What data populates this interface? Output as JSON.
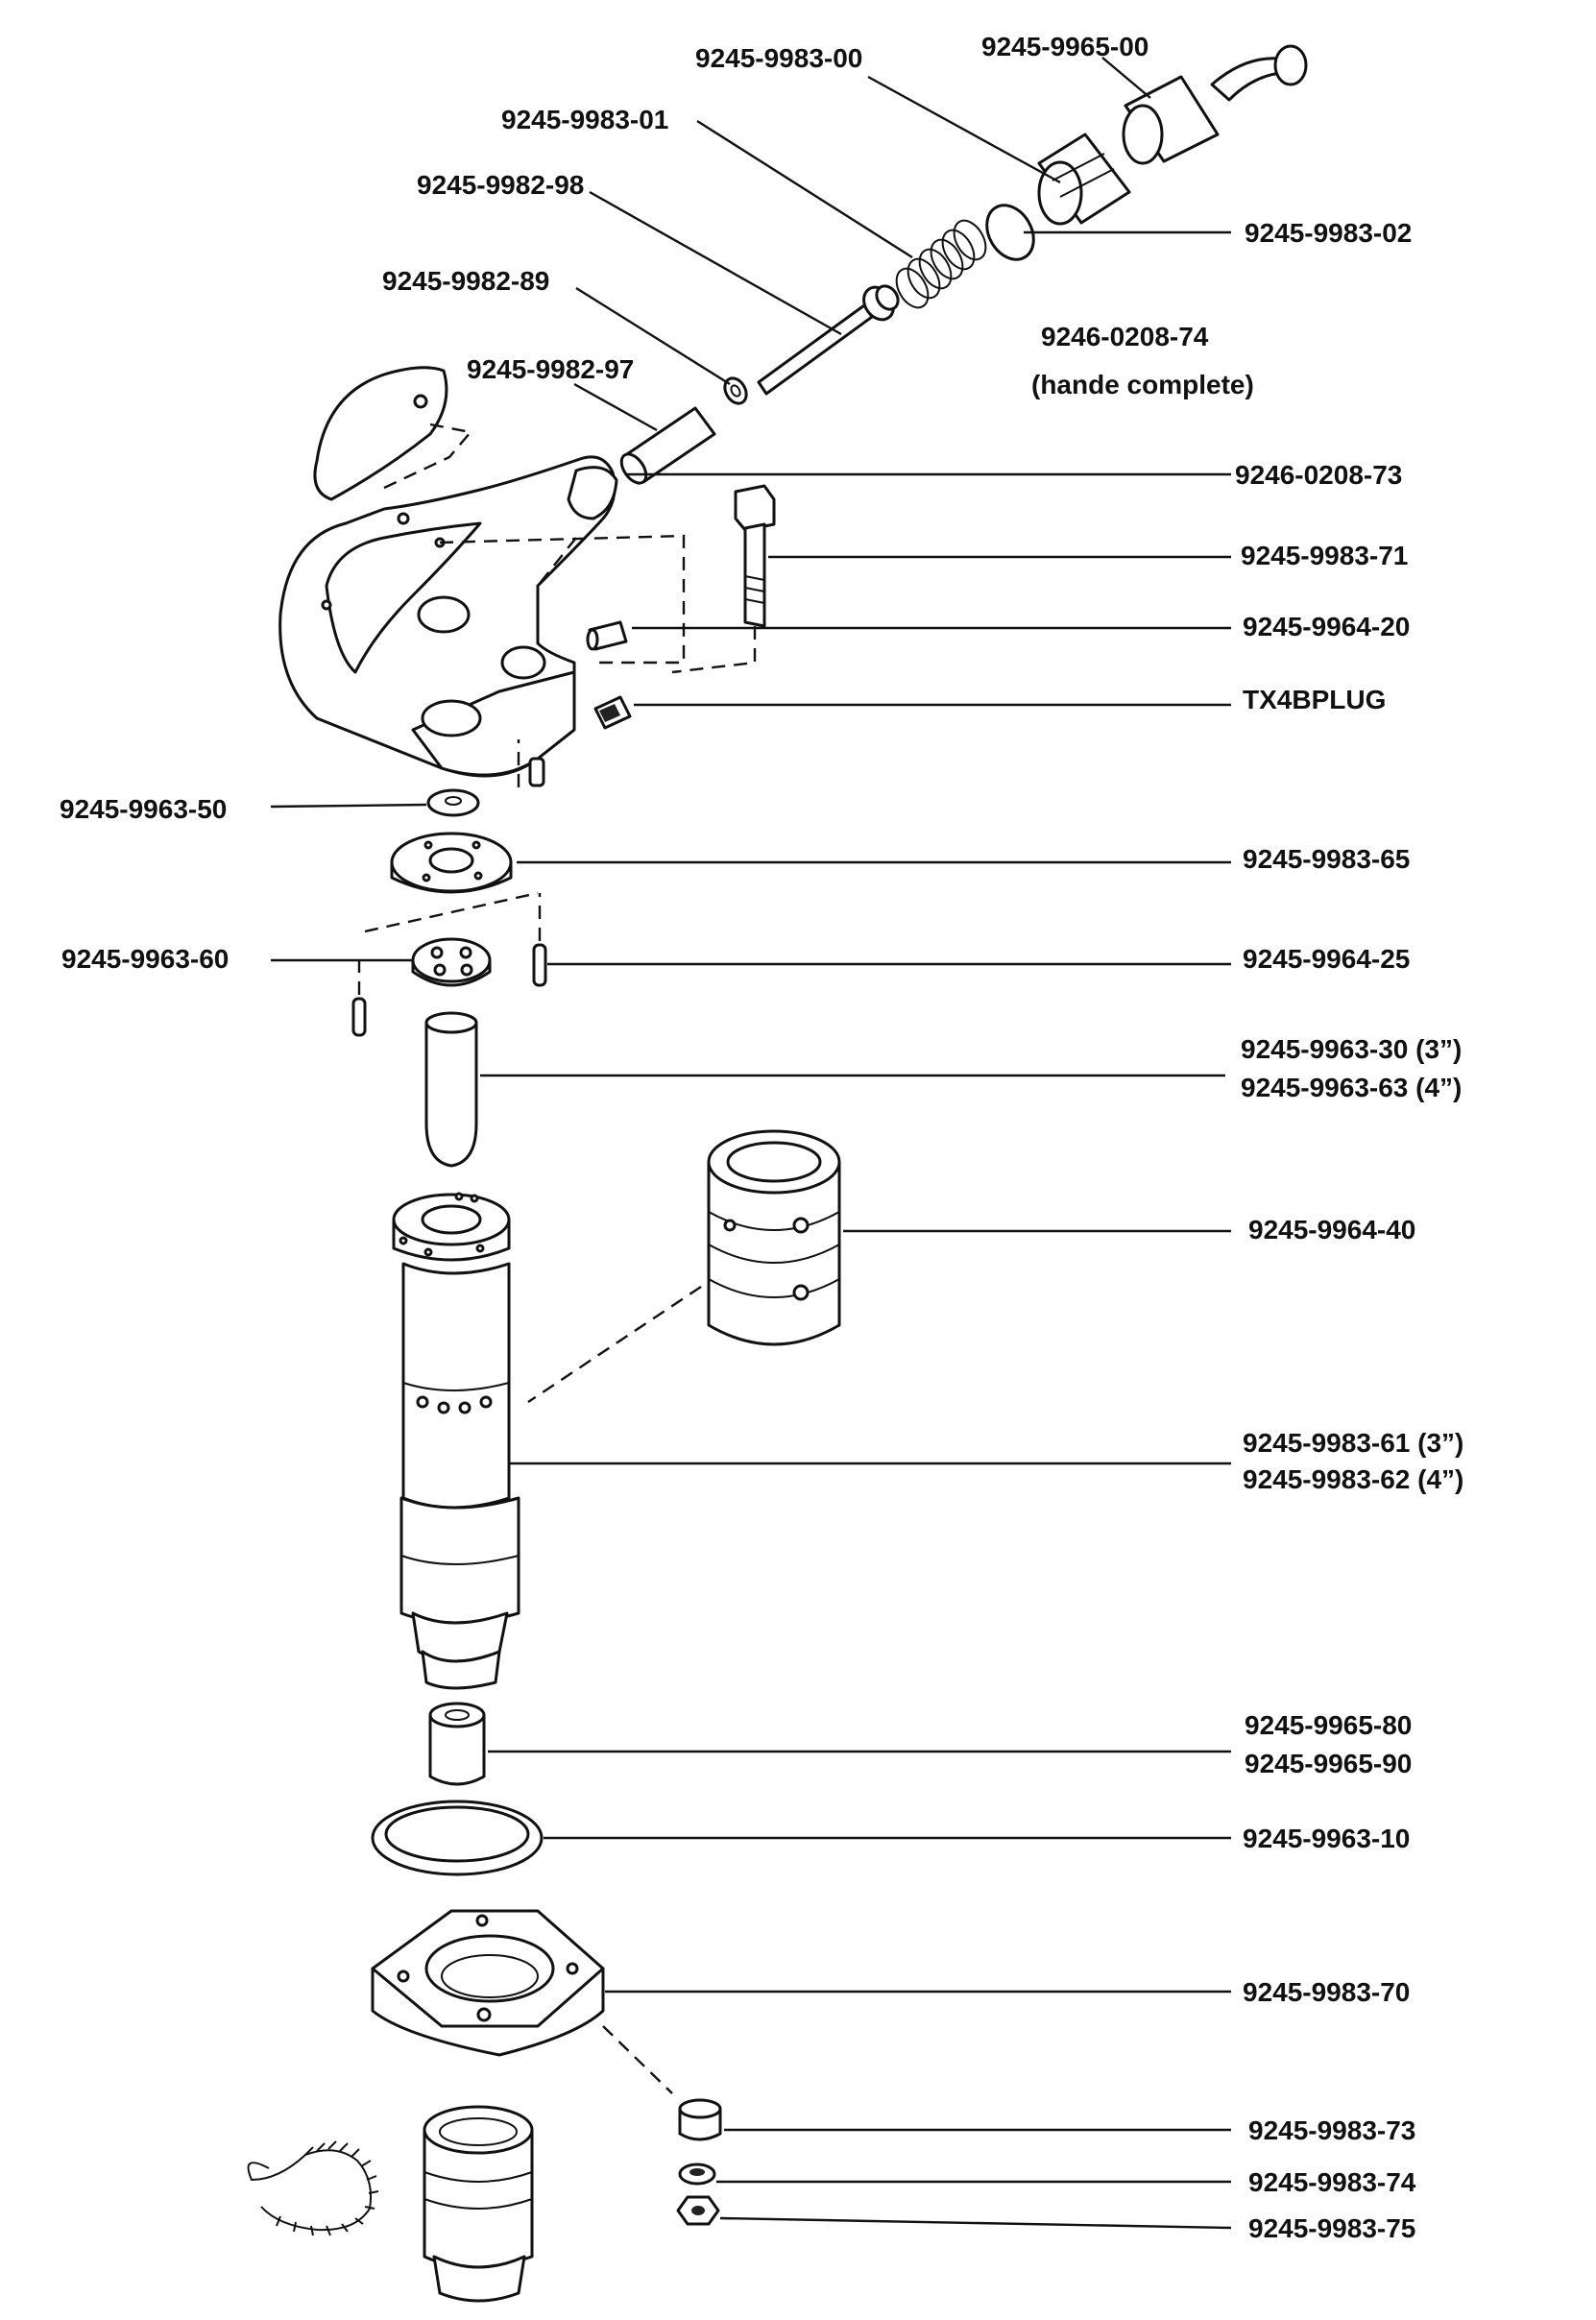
{
  "labels": {
    "p_9245_9983_00": "9245-9983-00",
    "p_9245_9965_00": "9245-9965-00",
    "p_9245_9983_01": "9245-9983-01",
    "p_9245_9982_98": "9245-9982-98",
    "p_9245_9983_02": "9245-9983-02",
    "p_9245_9982_89": "9245-9982-89",
    "p_9246_0208_74": "9246-0208-74",
    "handle_complete_note": "(hande complete)",
    "p_9245_9982_97": "9245-9982-97",
    "p_9246_0208_73": "9246-0208-73",
    "p_9245_9983_71": "9245-9983-71",
    "p_9245_9964_20": "9245-9964-20",
    "p_tx4bplug": "TX4BPLUG",
    "p_9245_9963_50": "9245-9963-50",
    "p_9245_9983_65": "9245-9983-65",
    "p_9245_9963_60": "9245-9963-60",
    "p_9245_9964_25": "9245-9964-25",
    "p_9245_9963_30": "9245-9963-30 (3”)",
    "p_9245_9963_63": "9245-9963-63 (4”)",
    "p_9245_9964_40": "9245-9964-40",
    "p_9245_9983_61": "9245-9983-61 (3”)",
    "p_9245_9983_62": "9245-9983-62 (4”)",
    "p_9245_9965_80": "9245-9965-80",
    "p_9245_9965_90": "9245-9965-90",
    "p_9245_9963_10": "9245-9963-10",
    "p_9245_9983_70": "9245-9983-70",
    "p_9245_9983_73": "9245-9983-73",
    "p_9245_9983_74": "9245-9983-74",
    "p_9245_9983_75": "9245-9983-75"
  }
}
